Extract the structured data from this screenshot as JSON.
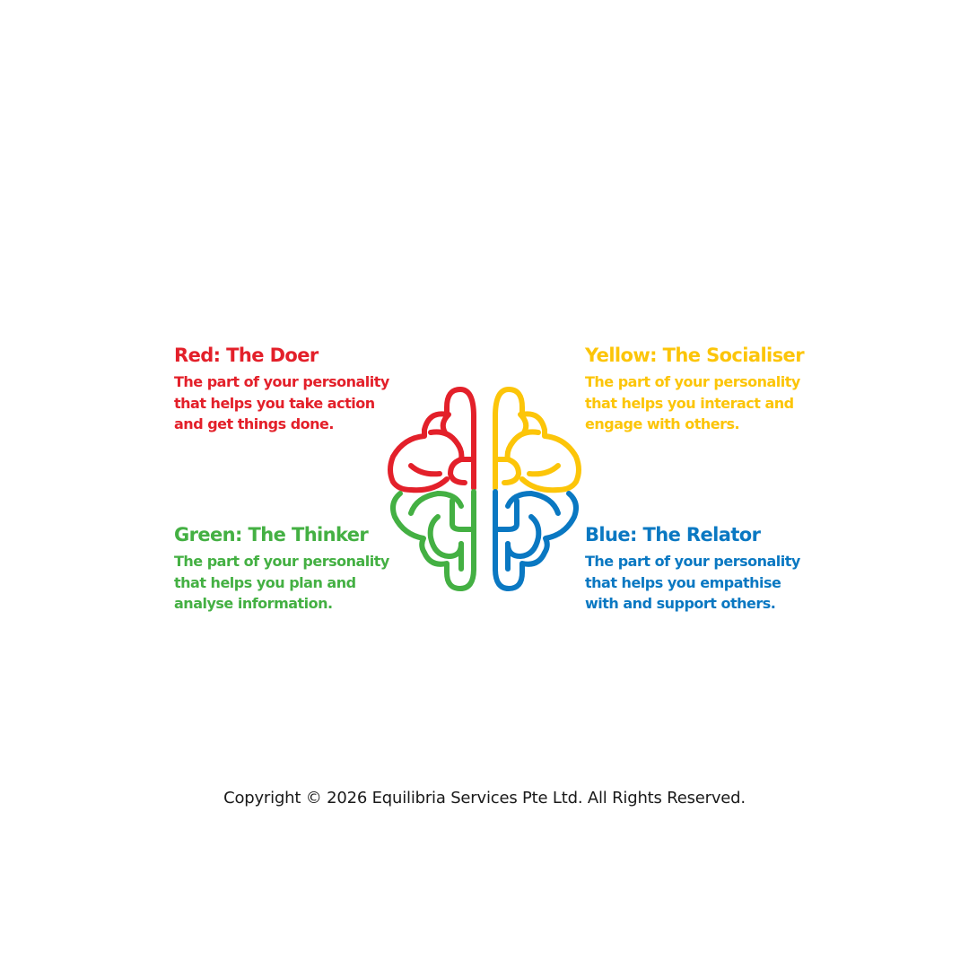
{
  "colors": {
    "red": "#e3202a",
    "yellow": "#fcc509",
    "green": "#44b043",
    "blue": "#0a78c2",
    "footer_text": "#1a1a1a",
    "background": "#ffffff"
  },
  "panels": {
    "red": {
      "title": "Red: The Doer",
      "lines": [
        "The part of your personality",
        "that helps you take action",
        "and get things done."
      ]
    },
    "yellow": {
      "title": "Yellow: The Socialiser",
      "lines": [
        "The part of your personality",
        "that helps you interact and",
        "engage with others."
      ]
    },
    "green": {
      "title": "Green: The Thinker",
      "lines": [
        "The part of your personality",
        "that helps you plan and",
        "analyse information."
      ]
    },
    "blue": {
      "title": "Blue: The Relator",
      "lines": [
        "The part of your personality",
        "that helps you empathise",
        "with and support others."
      ]
    }
  },
  "brain": {
    "icon": "brain-icon",
    "quadrants": [
      "red",
      "yellow",
      "green",
      "blue"
    ]
  },
  "footer": {
    "copyright": "Copyright © 2026 Equilibria Services Pte Ltd. All Rights Reserved."
  }
}
